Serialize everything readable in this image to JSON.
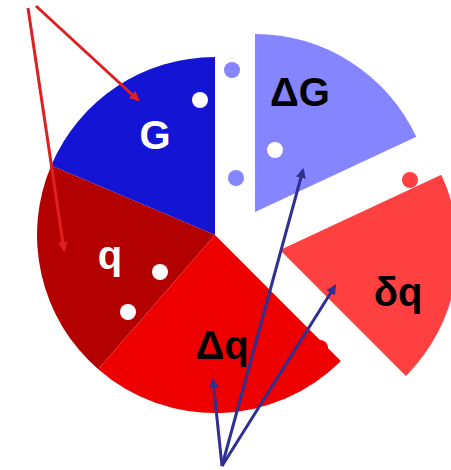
{
  "diagram": {
    "nodes": [
      {
        "text": [
          "G"
        ]
      },
      {
        "text": [
          "ΔG"
        ]
      },
      {
        "text": [
          "q"
        ]
      },
      {
        "text": [
          "δq"
        ]
      },
      {
        "text": [
          "Δq"
        ]
      }
    ]
  }
}
